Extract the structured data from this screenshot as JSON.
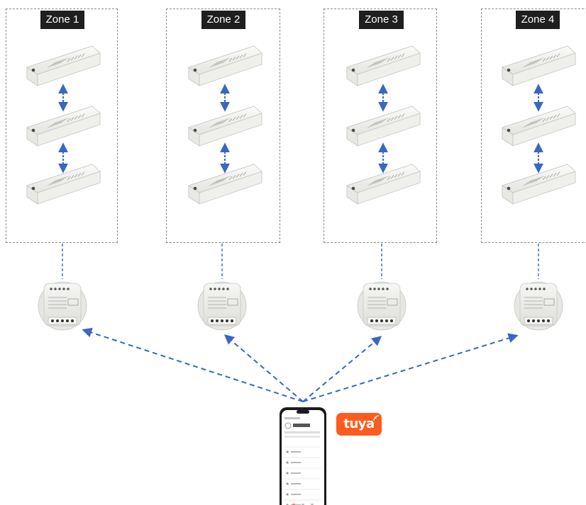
{
  "zones": [
    {
      "label": "Zone 1"
    },
    {
      "label": "Zone 2"
    },
    {
      "label": "Zone 3"
    },
    {
      "label": "Zone 4"
    }
  ],
  "logo": {
    "text": "tuya",
    "color": "#ff5a1f"
  },
  "colors": {
    "link": "#3a66c4",
    "box_border": "#8a8a8a",
    "device_body": "#eeeeec",
    "label_bg": "#1f1f1f"
  },
  "icons": [
    "led-driver-icon",
    "wifi-receiver-icon",
    "smartphone-icon",
    "bidirectional-arrow-icon",
    "wifi-signal-icon"
  ]
}
